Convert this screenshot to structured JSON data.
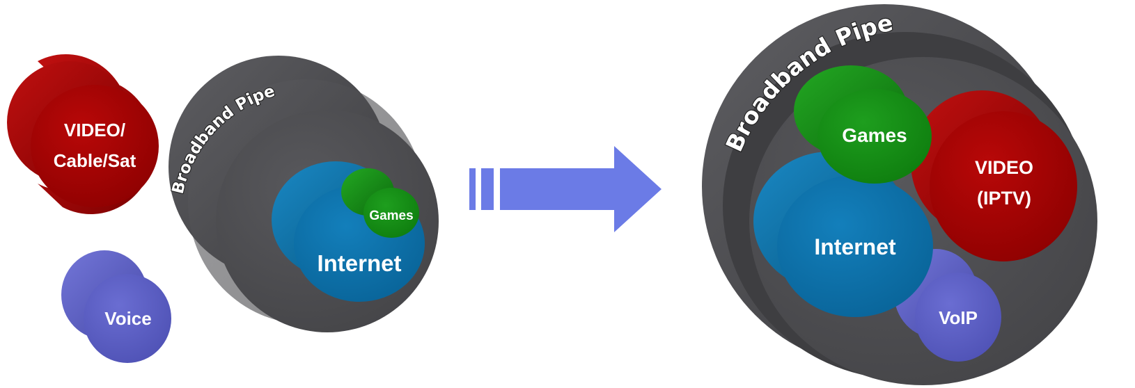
{
  "before": {
    "video_label_line1": "VIDEO/",
    "video_label_line2": "Cable/Sat",
    "voice_label": "Voice",
    "pipe_label": "Broadband Pipe",
    "internet_label": "Internet",
    "games_label": "Games"
  },
  "after": {
    "pipe_label": "Broadband Pipe",
    "games_label": "Games",
    "video_label_line1": "VIDEO",
    "video_label_line2": "(IPTV)",
    "internet_label": "Internet",
    "voip_label": "VoIP"
  },
  "colors": {
    "video_red": "#a50000",
    "voice_purple": "#5c5fc4",
    "internet_blue": "#0a6fa8",
    "games_green": "#148c14",
    "pipe_gray": "#4d4d50",
    "arrow": "#6b7be6"
  }
}
